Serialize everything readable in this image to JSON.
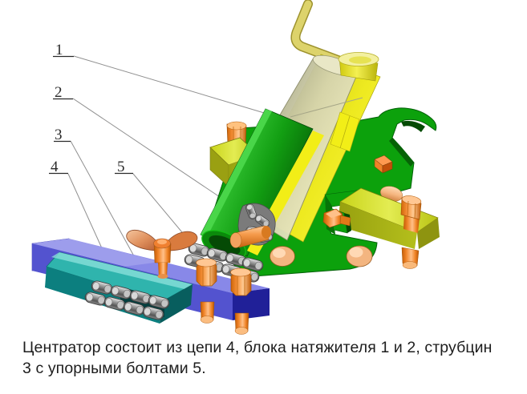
{
  "figure": {
    "type": "technical-illustration",
    "subject": "pipe centrator assembly (центратор)",
    "caption": {
      "line1": "Центратор состоит из цепи 4, блока натяжителя 1 и 2, струбцин",
      "line2": "3 с упорными болтами 5."
    },
    "callouts": [
      {
        "label": "1",
        "points_to": "tensioner cylinder"
      },
      {
        "label": "2",
        "points_to": "tensioner green housing"
      },
      {
        "label": "3",
        "points_to": "clamp plate"
      },
      {
        "label": "4",
        "points_to": "chain"
      },
      {
        "label": "5",
        "points_to": "stop bolt"
      }
    ],
    "colors": {
      "green_bright": "#0ca10c",
      "green_mid": "#077407",
      "green_dark": "#054a05",
      "yellow": "#f2ee17",
      "pale_cylinder": "#e0deba",
      "olive": "#c3cf2e",
      "orange": "#f08228",
      "peach": "#f3b580",
      "blue": "#8888e8",
      "blue_light": "#bdbdf4",
      "blue_mid": "#5353cf",
      "navy": "#202098",
      "teal": "#2fb4ad",
      "teal_dark": "#0c7f7f",
      "teal_deep": "#085e5e",
      "teal_slot": "#053f3f",
      "chain_gray": "#9a9a9a",
      "leader_line": "#8f8f8f",
      "ink": "#2a2a2a",
      "caption_text": "#1d1d1d"
    }
  }
}
